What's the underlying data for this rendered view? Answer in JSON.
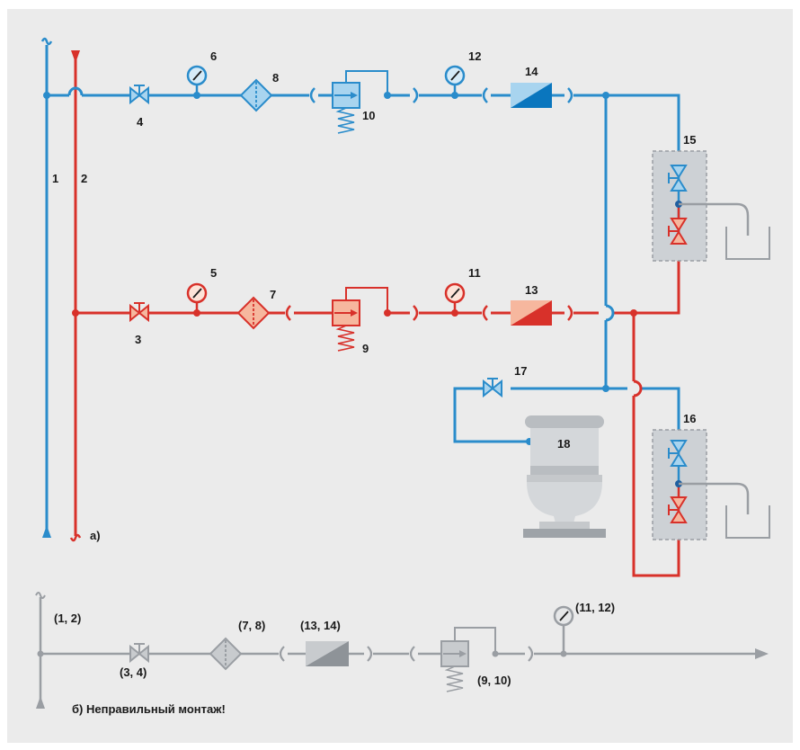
{
  "colors": {
    "background": "#ebebeb",
    "cold_line": "#2a8ccb",
    "hot_line": "#d8312a",
    "cold_fill": "#a8d4ef",
    "hot_fill": "#f6b79e",
    "cold_dark": "#0a76be",
    "hot_dark": "#d8312a",
    "gray_line": "#9a9ea3",
    "gray_fill": "#c8cbce",
    "gray_dark": "#8e9398",
    "fixture_box_fill": "#cdd1d5",
    "fixture_box_border": "#9a9ea3"
  },
  "labels": {
    "n1": "1",
    "n2": "2",
    "n3": "3",
    "n4": "4",
    "n5": "5",
    "n6": "6",
    "n7": "7",
    "n8": "8",
    "n9": "9",
    "n10": "10",
    "n11": "11",
    "n12": "12",
    "n13": "13",
    "n14": "14",
    "n15": "15",
    "n16": "16",
    "n17": "17",
    "n18": "18",
    "variant_a": "a)",
    "b_pipes": "(1, 2)",
    "b_valve": "(3, 4)",
    "b_filter": "(7, 8)",
    "b_meter": "(13, 14)",
    "b_reducer": "(9, 10)",
    "b_gauge": "(11, 12)",
    "b_caption": "б) Неправильный монтаж!"
  }
}
